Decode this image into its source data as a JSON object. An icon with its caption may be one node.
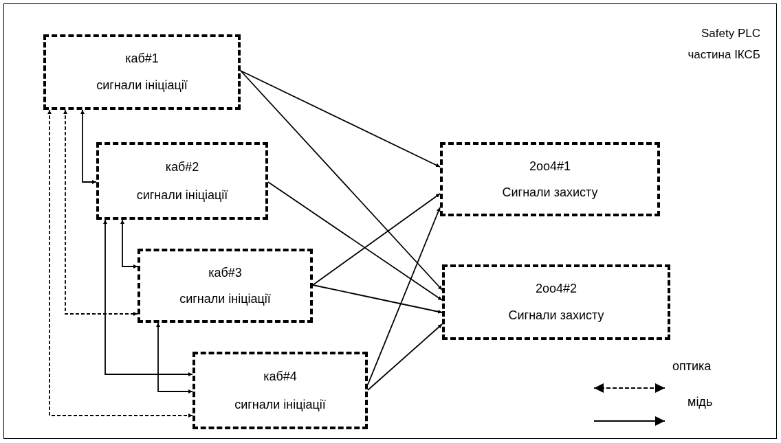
{
  "diagram": {
    "nodes": [
      {
        "text": [
          "каб#1",
          "сигнали ініціації"
        ]
      },
      {
        "text": [
          "каб#2",
          "сигнали ініціації"
        ]
      },
      {
        "text": [
          "каб#3",
          "сигнали ініціації"
        ]
      },
      {
        "text": [
          "каб#4",
          "сигнали ініціації"
        ]
      },
      {
        "text": [
          "2oo4#1",
          "Сигнали захисту"
        ]
      },
      {
        "text": [
          "2oo4#2",
          "Сигнали захисту"
        ]
      }
    ],
    "edges": [
      {
        "from": 0,
        "to": 1,
        "arrow": "both"
      },
      {
        "from": 0,
        "to": 2,
        "arrow": "both",
        "style": "dashed"
      },
      {
        "from": 0,
        "to": 3,
        "arrow": "both",
        "style": "dashed"
      },
      {
        "from": 1,
        "to": 2,
        "arrow": "both"
      },
      {
        "from": 1,
        "to": 3,
        "arrow": "both"
      },
      {
        "from": 2,
        "to": 3,
        "arrow": "both"
      },
      {
        "from": 0,
        "to": 4,
        "arrow": "to"
      },
      {
        "from": 0,
        "to": 5,
        "arrow": "to"
      },
      {
        "from": 1,
        "to": 5,
        "arrow": "to"
      },
      {
        "from": 2,
        "to": 4,
        "arrow": "to"
      },
      {
        "from": 2,
        "to": 5,
        "arrow": "to"
      },
      {
        "from": 3,
        "to": 4,
        "arrow": "to"
      },
      {
        "from": 3,
        "to": 5,
        "arrow": "to"
      }
    ],
    "labels": [
      "Safety PLC",
      "частина ІКСБ"
    ],
    "legend": [
      {
        "text": "оптика"
      },
      {
        "text": "мідь"
      }
    ]
  }
}
